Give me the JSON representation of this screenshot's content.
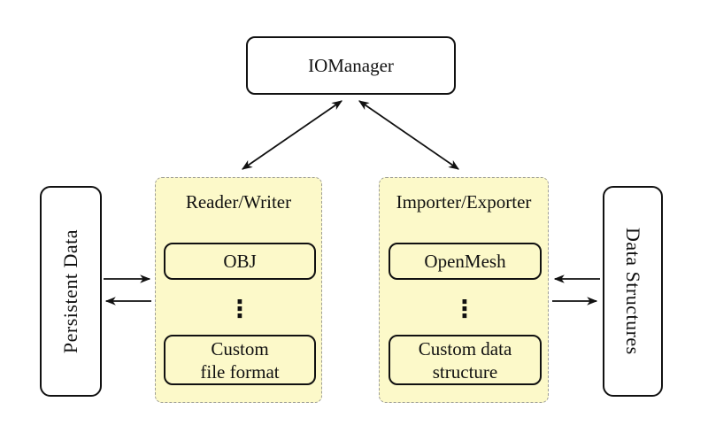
{
  "colors": {
    "background": "#ffffff",
    "panel_fill": "#fcf9c9",
    "panel_dash_border": "#9e9e96",
    "box_border": "#111111",
    "arrow": "#111111"
  },
  "nodes": {
    "iomanager": {
      "label": "IOManager"
    },
    "persistent_data": {
      "label": "Persistent Data"
    },
    "data_structures": {
      "label": "Data Structures"
    },
    "reader_writer": {
      "title": "Reader/Writer",
      "items": [
        {
          "lines": [
            "OBJ"
          ]
        },
        {
          "lines": [
            "Custom",
            "file format"
          ]
        }
      ],
      "ellipsis": "⋮"
    },
    "importer_exporter": {
      "title": "Importer/Exporter",
      "items": [
        {
          "lines": [
            "OpenMesh"
          ]
        },
        {
          "lines": [
            "Custom data",
            "structure"
          ]
        }
      ],
      "ellipsis": "⋮"
    }
  },
  "edges": [
    {
      "from": "IOManager",
      "to": "Reader/Writer",
      "direction": "bidirectional"
    },
    {
      "from": "IOManager",
      "to": "Importer/Exporter",
      "direction": "bidirectional"
    },
    {
      "from": "Persistent Data",
      "to": "Reader/Writer",
      "direction": "forward"
    },
    {
      "from": "Reader/Writer",
      "to": "Persistent Data",
      "direction": "forward"
    },
    {
      "from": "Data Structures",
      "to": "Importer/Exporter",
      "direction": "forward"
    },
    {
      "from": "Importer/Exporter",
      "to": "Data Structures",
      "direction": "forward"
    }
  ]
}
